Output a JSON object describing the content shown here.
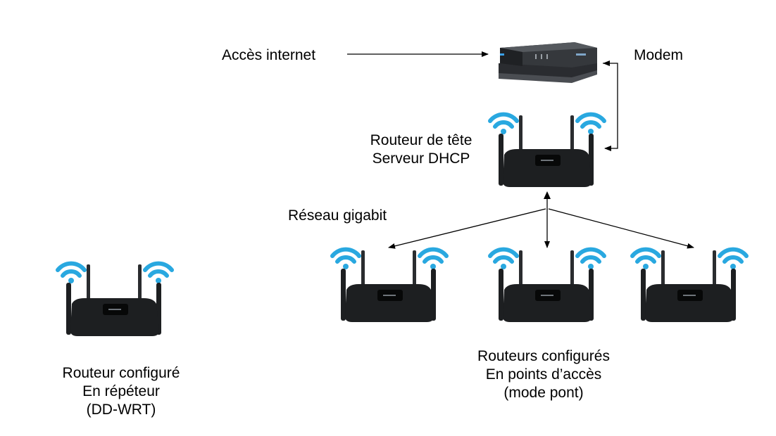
{
  "labels": {
    "internet": "Accès internet",
    "modem": "Modem",
    "head_router_line1": "Routeur de tête",
    "head_router_line2": "Serveur DHCP",
    "gigabit": "Réseau gigabit",
    "ap_line1": "Routeurs configurés",
    "ap_line2": "En points d’accès",
    "ap_line3": "(mode pont)",
    "repeater_line1": "Routeur configuré",
    "repeater_line2": "En répéteur",
    "repeater_line3": "(DD-WRT)"
  },
  "colors": {
    "wifi": "#29a8e0",
    "router_body": "#1d1f21",
    "line": "#000000"
  },
  "icons": {
    "modem": "modem-icon",
    "router": "router-icon",
    "wifi": "wifi-icon"
  }
}
